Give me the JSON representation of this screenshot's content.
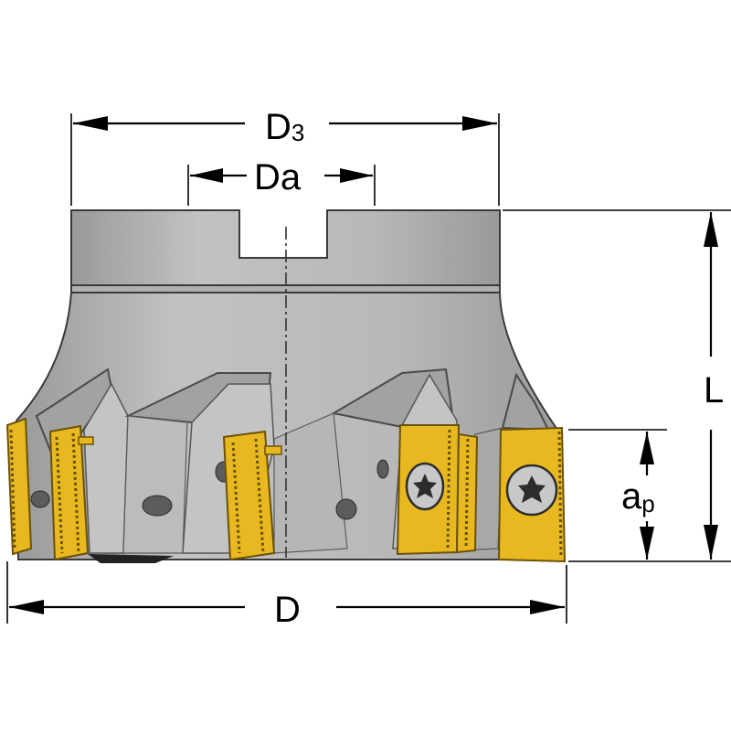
{
  "labels": {
    "d3": "D",
    "d3_sub": "3",
    "da": "Da",
    "l": "L",
    "ap": "a",
    "ap_sub": "p",
    "d": "D"
  },
  "colors": {
    "body": "#b4b4b4",
    "body_dark": "#8c8c8c",
    "insert": "#e8b820",
    "line": "#000000"
  }
}
